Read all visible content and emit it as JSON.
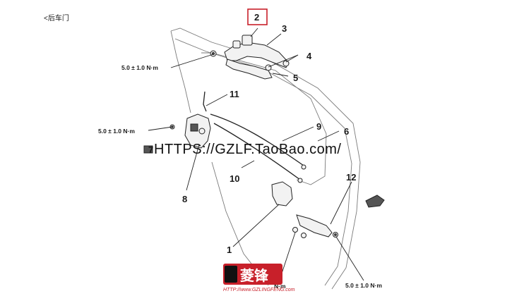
{
  "section_title": "<后车门",
  "callouts": {
    "n1": "1",
    "n2": "2",
    "n3": "3",
    "n4": "4",
    "n5": "5",
    "n6": "6",
    "n7": "7",
    "n8": "8",
    "n9": "9",
    "n10": "10",
    "n11": "11",
    "n12": "12"
  },
  "torque_labels": {
    "upper": "5.0 ± 1.0 N·m",
    "middle": "5.0 ± 1.0 N·m",
    "lower": "5.0 ± 1.0 N·m",
    "bottom": "N·m"
  },
  "watermark": "HTTPS://GZLF.TaoBao.com/",
  "logo": {
    "text": "菱锋",
    "url": "HTTP://www.GZLINGFENG.com"
  },
  "colors": {
    "callout_box": "#c8202a",
    "logo_red": "#c8202a",
    "ink": "#1a1a1a"
  }
}
